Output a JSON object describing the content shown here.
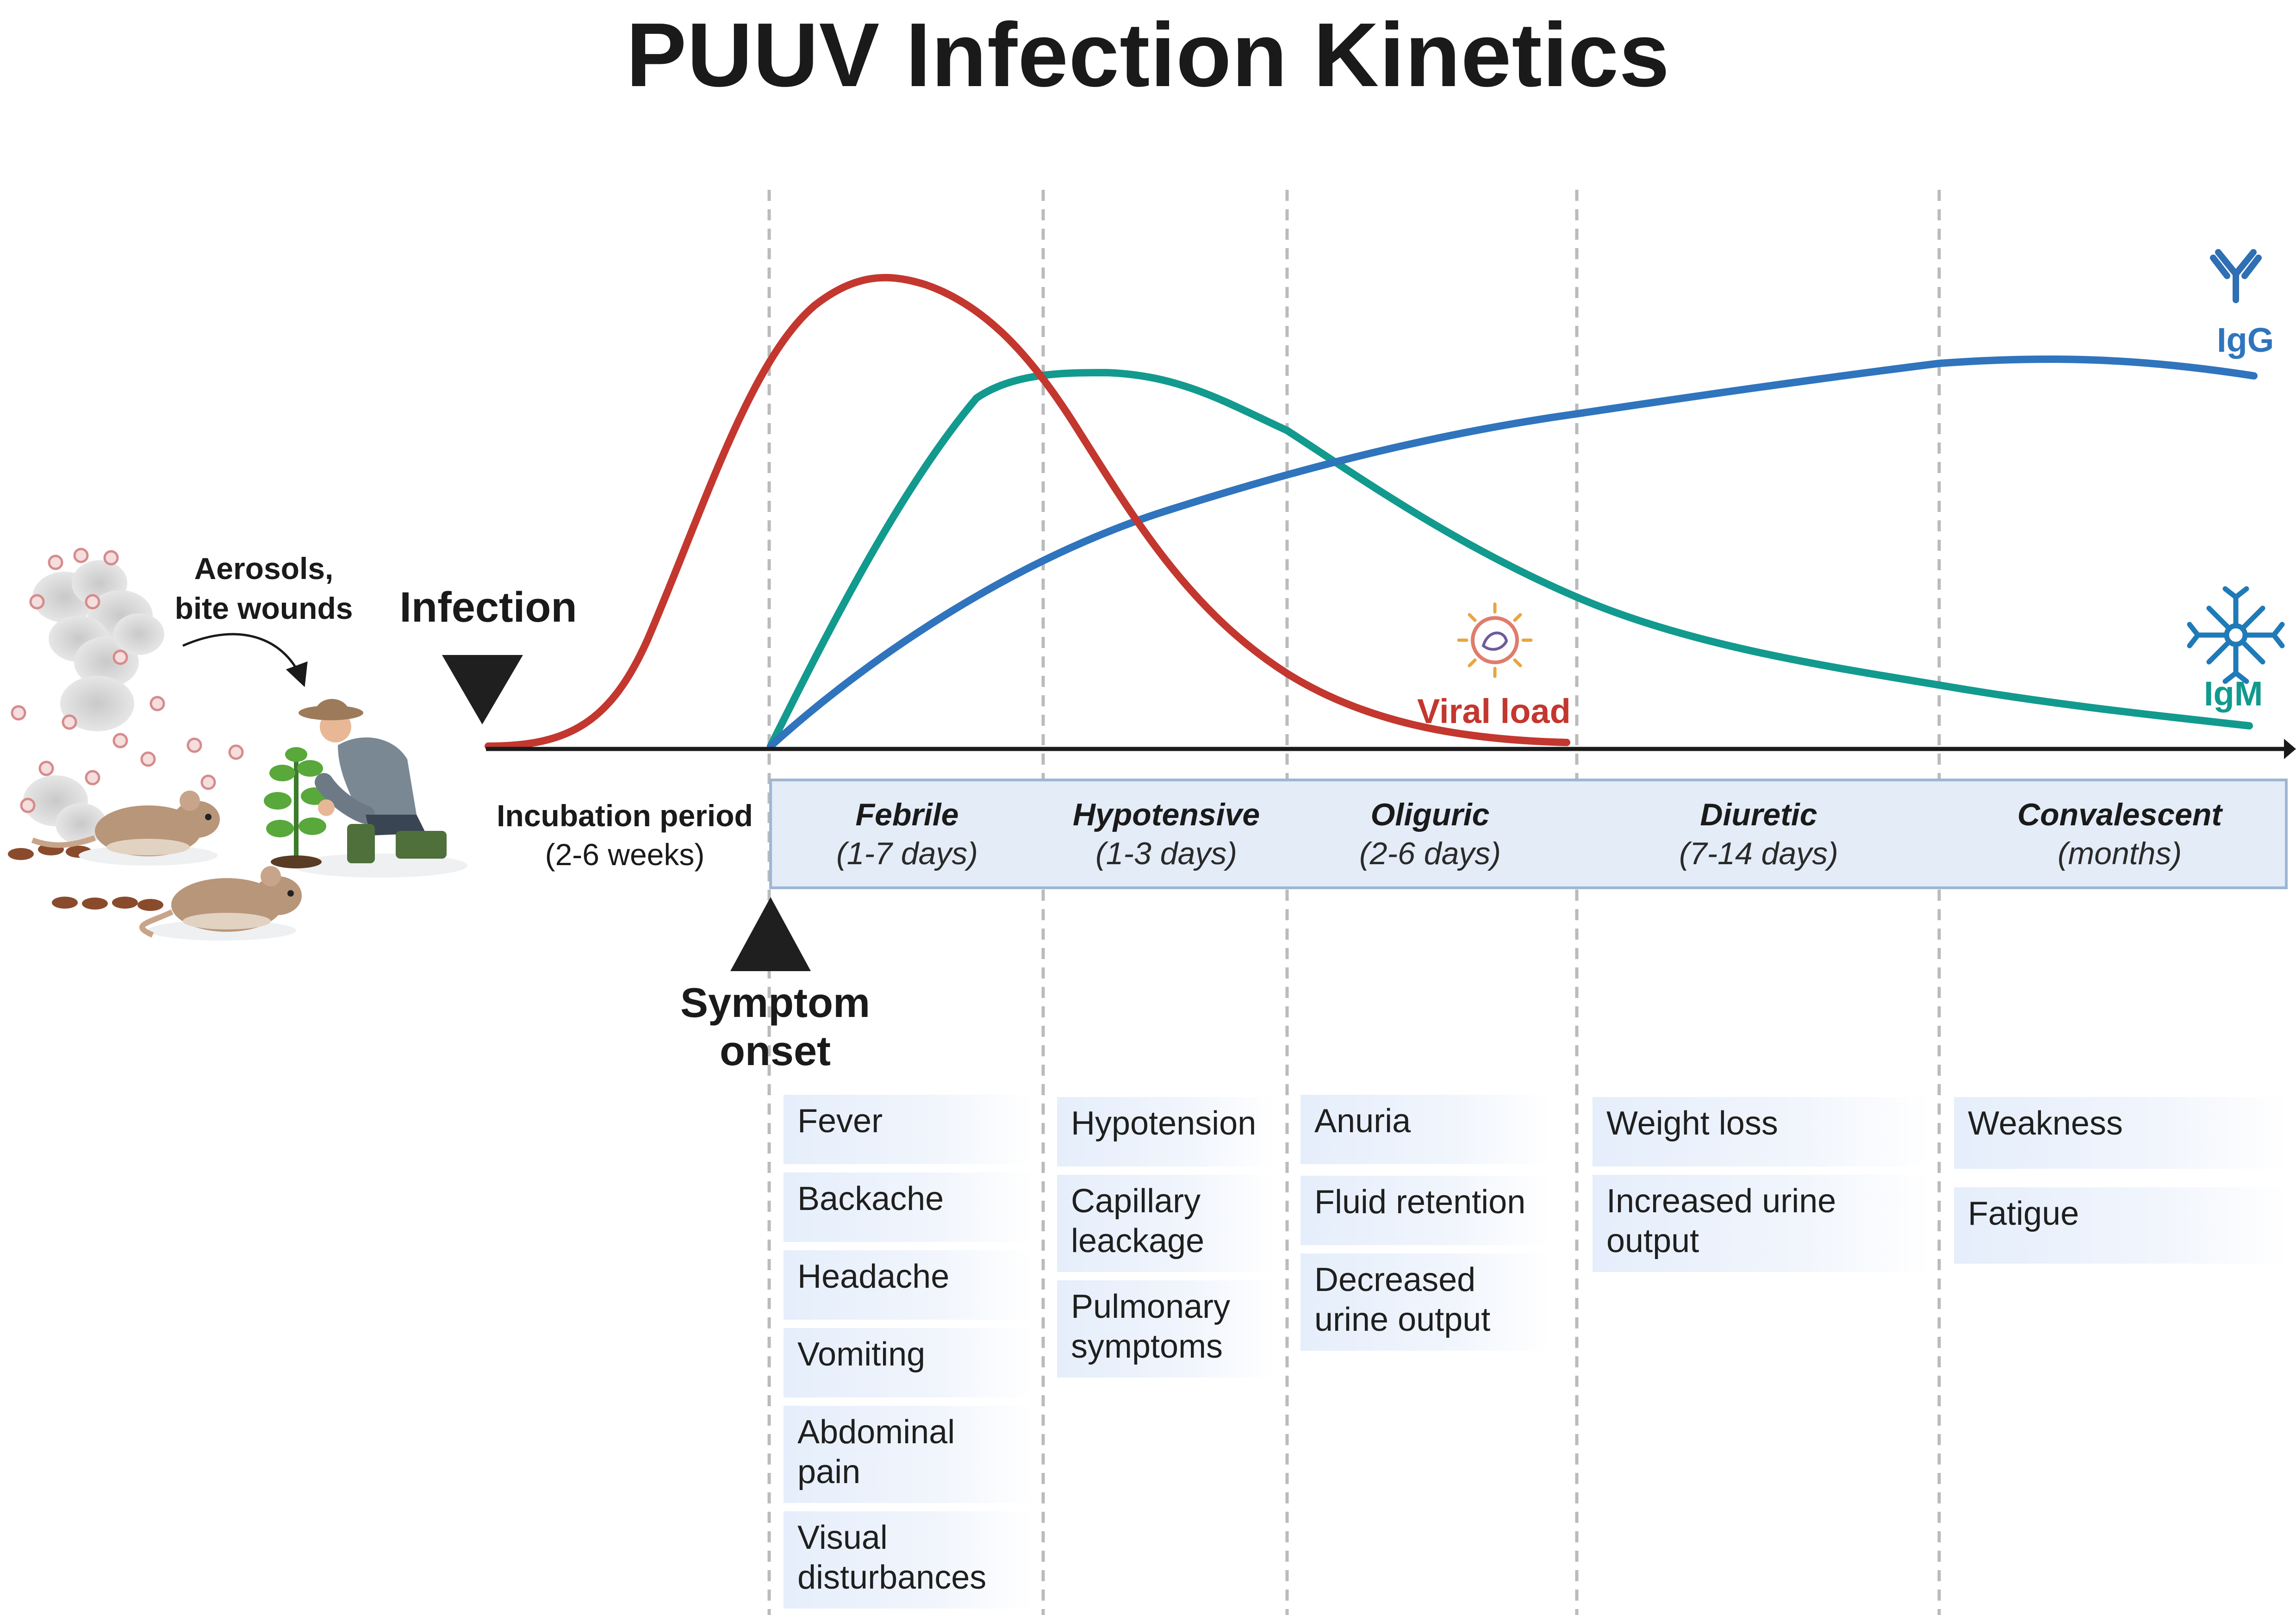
{
  "title": "PUUV Infection Kinetics",
  "labels": {
    "aerosols": [
      "Aerosols,",
      "bite wounds"
    ],
    "infection": "Infection",
    "symptom_onset": [
      "Symptom",
      "onset"
    ],
    "incubation_title": "Incubation period",
    "incubation_duration": "(2-6 weeks)"
  },
  "curve_labels": {
    "viral_load": "Viral load",
    "igg": "IgG",
    "igm": "IgM"
  },
  "colors": {
    "viral_load": "#c3372f",
    "igg": "#2f74bd",
    "igm": "#129a8e",
    "phase_bar": "#e3ecf7",
    "phase_border": "#9db6d3",
    "divider": "#bbbbbb"
  },
  "phases": [
    {
      "name": "Febrile",
      "duration": "(1-7 days)",
      "symptoms": [
        "Fever",
        "Backache",
        "Headache",
        "Vomiting",
        [
          "Abdominal",
          "pain"
        ],
        [
          "Visual",
          "disturbances"
        ]
      ]
    },
    {
      "name": "Hypotensive",
      "duration": "(1-3 days)",
      "symptoms": [
        "Hypotension",
        [
          "Capillary",
          "leackage"
        ],
        [
          "Pulmonary",
          "symptoms"
        ]
      ]
    },
    {
      "name": "Oliguric",
      "duration": "(2-6 days)",
      "symptoms": [
        "Anuria",
        "Fluid retention",
        [
          "Decreased",
          "urine output"
        ]
      ]
    },
    {
      "name": "Diuretic",
      "duration": "(7-14 days)",
      "symptoms": [
        "Weight loss",
        [
          "Increased urine",
          "output"
        ]
      ]
    },
    {
      "name": "Convalescent",
      "duration": "(months)",
      "symptoms": [
        "Weakness",
        "Fatigue"
      ]
    }
  ],
  "chart_data": {
    "type": "line",
    "series": [
      {
        "name": "Viral load"
      },
      {
        "name": "IgG"
      },
      {
        "name": "IgM"
      }
    ]
  },
  "icons": [
    "aerosol-cloud-icon",
    "rodent-icon",
    "farmer-icon",
    "virus-icon",
    "igg-antibody-icon",
    "igm-antibody-icon"
  ]
}
